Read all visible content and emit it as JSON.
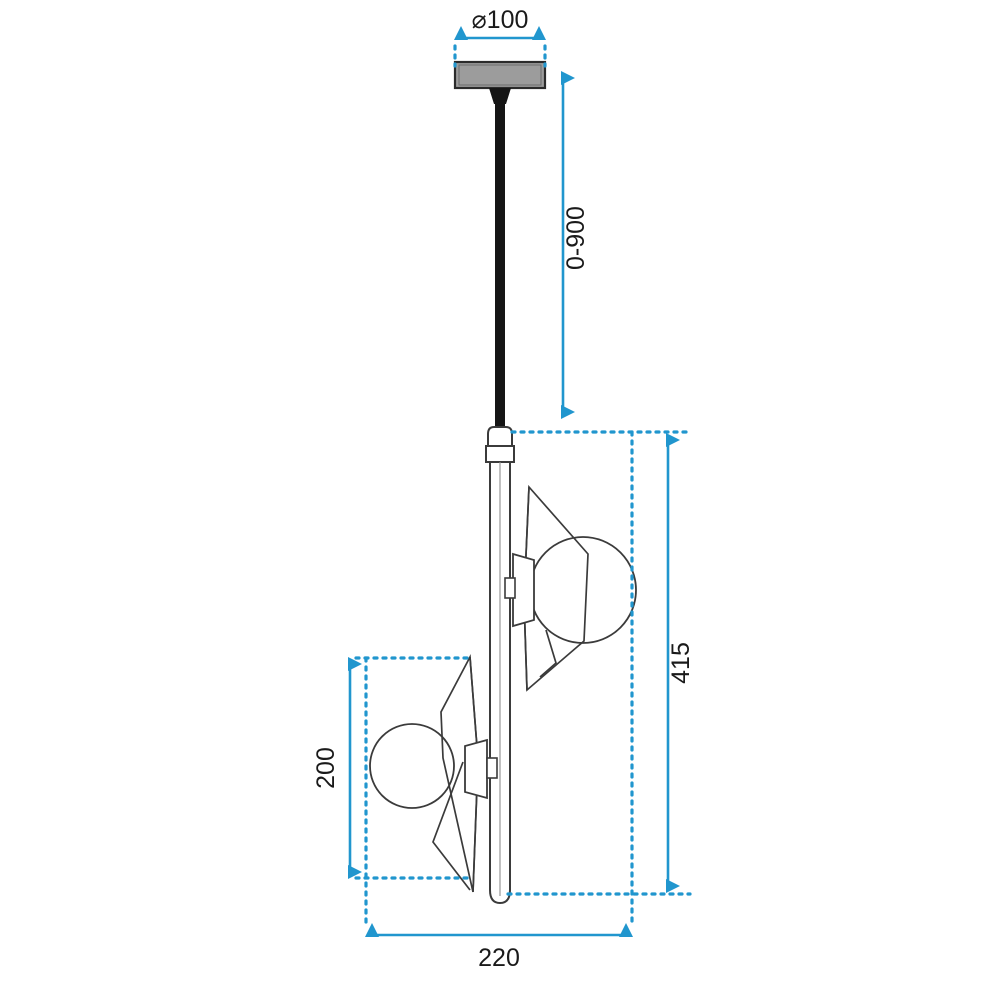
{
  "drawing": {
    "type": "technical-dimension-drawing",
    "subject": "pendant lamp with two globe shades on vertical rod",
    "units": "mm",
    "background_color": "#ffffff",
    "dimension_color": "#2196ce",
    "outline_color": "#3b3b3b",
    "plate_fill": "#9c9c9c",
    "cable_color": "#151515"
  },
  "dimensions": {
    "diameter_top": {
      "label": "⌀100",
      "value": 100,
      "orientation": "horizontal",
      "describes": "ceiling-canopy-diameter"
    },
    "drop_height": {
      "label": "0-900",
      "value": "0-900",
      "orientation": "vertical",
      "describes": "adjustable-cable-drop"
    },
    "body_height": {
      "label": "415",
      "value": 415,
      "orientation": "vertical",
      "describes": "lamp-body-height"
    },
    "lower_head_height": {
      "label": "200",
      "value": 200,
      "orientation": "vertical",
      "describes": "lower-shade-height"
    },
    "overall_width": {
      "label": "220",
      "value": 220,
      "orientation": "horizontal",
      "describes": "overall-width"
    }
  },
  "parts": {
    "ceiling_plate": "ceiling-canopy",
    "cable": "suspension-cable",
    "rod": "vertical-rod",
    "upper_head": "upper-lamp-head",
    "lower_head": "lower-lamp-head",
    "globe": "glass-globe-shade",
    "cone": "faceted-cone-shade",
    "socket": "lamp-socket"
  }
}
